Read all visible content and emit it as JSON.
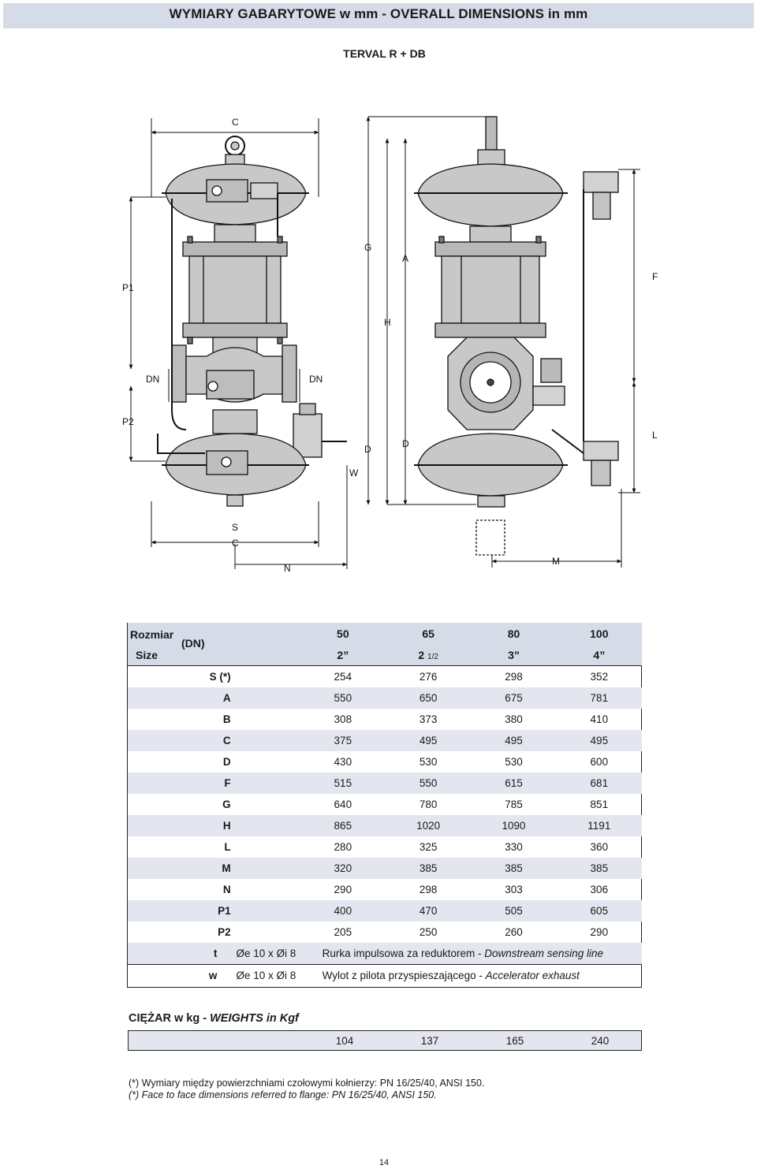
{
  "header": {
    "title": "WYMIARY GABARYTOWE w mm - OVERALL DIMENSIONS in mm",
    "subtitle": "TERVAL R + DB",
    "band_color": "#d6dbe8"
  },
  "drawing": {
    "labels": {
      "c_top": "C",
      "g": "G",
      "a": "A",
      "f": "F",
      "p1": "P1",
      "h": "H",
      "dn_left": "DN",
      "dn_right": "DN",
      "p2": "P2",
      "l": "L",
      "d_left": "D",
      "d_right": "D",
      "w": "W",
      "s": "S",
      "c_bottom": "C",
      "n": "N",
      "m": "M"
    },
    "body_color": "#c8c8c8"
  },
  "table": {
    "header": {
      "rozmiar": "Rozmiar",
      "dn": "(DN)",
      "size": "Size",
      "dn_values": [
        "50",
        "65",
        "80",
        "100"
      ],
      "inch_values": [
        "2”",
        "2 ",
        "3”",
        "4”"
      ],
      "half": "1/2"
    },
    "rows": [
      {
        "key": "S (*)",
        "values": [
          "254",
          "276",
          "298",
          "352"
        ]
      },
      {
        "key": "A",
        "values": [
          "550",
          "650",
          "675",
          "781"
        ]
      },
      {
        "key": "B",
        "values": [
          "308",
          "373",
          "380",
          "410"
        ]
      },
      {
        "key": "C",
        "values": [
          "375",
          "495",
          "495",
          "495"
        ]
      },
      {
        "key": "D",
        "values": [
          "430",
          "530",
          "530",
          "600"
        ]
      },
      {
        "key": "F",
        "values": [
          "515",
          "550",
          "615",
          "681"
        ]
      },
      {
        "key": "G",
        "values": [
          "640",
          "780",
          "785",
          "851"
        ]
      },
      {
        "key": "H",
        "values": [
          "865",
          "1020",
          "1090",
          "1191"
        ]
      },
      {
        "key": "L",
        "values": [
          "280",
          "325",
          "330",
          "360"
        ]
      },
      {
        "key": "M",
        "values": [
          "320",
          "385",
          "385",
          "385"
        ]
      },
      {
        "key": "N",
        "values": [
          "290",
          "298",
          "303",
          "306"
        ]
      },
      {
        "key": "P1",
        "values": [
          "400",
          "470",
          "505",
          "605"
        ]
      },
      {
        "key": "P2",
        "values": [
          "205",
          "250",
          "260",
          "290"
        ]
      }
    ],
    "tubes": [
      {
        "key": "t",
        "size": "Øe 10 x Øi 8",
        "desc_pl": "Rurka impulsowa za reduktorem - ",
        "desc_en": "Downstream sensing line"
      },
      {
        "key": "w",
        "size": "Øe 10 x Øi 8",
        "desc_pl": "Wylot z pilota przyspieszającego - ",
        "desc_en": "Accelerator exhaust"
      }
    ]
  },
  "weights": {
    "label_pl": "CIĘŻAR w kg - ",
    "label_en": "WEIGHTS in Kgf",
    "values": [
      "104",
      "137",
      "165",
      "240"
    ]
  },
  "footnotes": {
    "pl": "(*) Wymiary między powierzchniami czołowymi kołnierzy: PN 16/25/40, ANSI 150.",
    "en": "(*) Face to face dimensions referred to flange: PN 16/25/40, ANSI 150."
  },
  "page_number": "14"
}
